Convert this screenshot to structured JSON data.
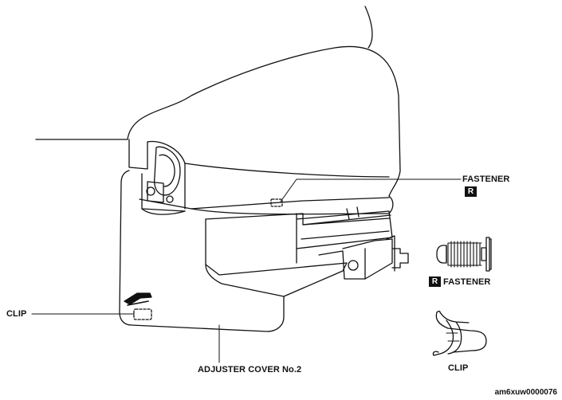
{
  "labels": {
    "fastener_top": "FASTENER",
    "badge_r": "R",
    "fastener_detail": "FASTENER",
    "clip_left": "CLIP",
    "adjuster_cover": "ADJUSTER COVER No.2",
    "clip_detail": "CLIP"
  },
  "figure_code": "am6xuw0000076"
}
